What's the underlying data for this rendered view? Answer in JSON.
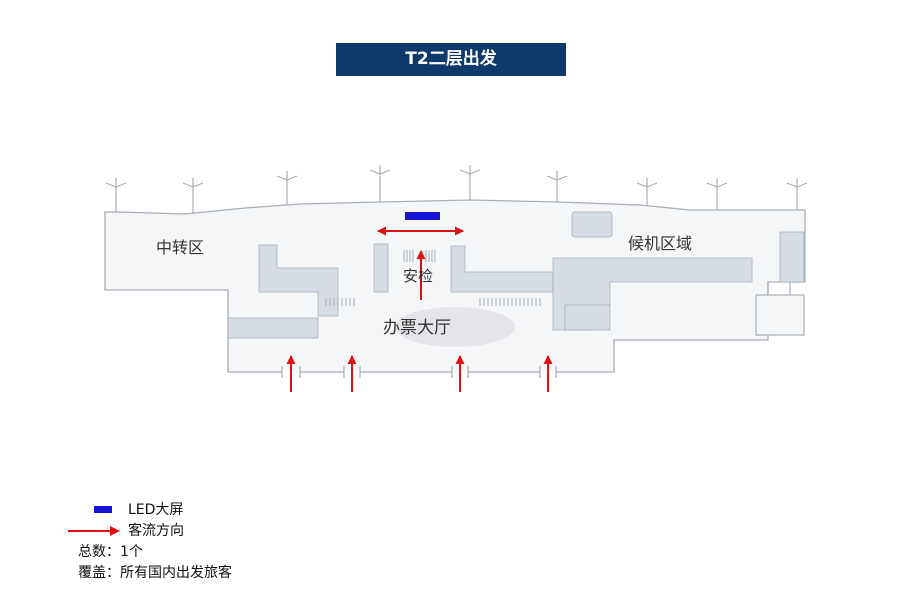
{
  "title": "T2二层出发",
  "areas": {
    "transfer": "中转区",
    "waiting": "候机区域",
    "security": "安检",
    "checkin": "办票大厅"
  },
  "legend": {
    "led_label": "LED大屏",
    "flow_label": "客流方向",
    "total": "总数：1个",
    "coverage": "覆盖：所有国内出发旅客"
  },
  "colors": {
    "title_bg": "#0d3a6b",
    "led": "#1414d2",
    "flow_arrow": "#e01010",
    "floor": "#f5f6f8",
    "block": "#d6dce4",
    "wall": "#a8aeb6"
  }
}
